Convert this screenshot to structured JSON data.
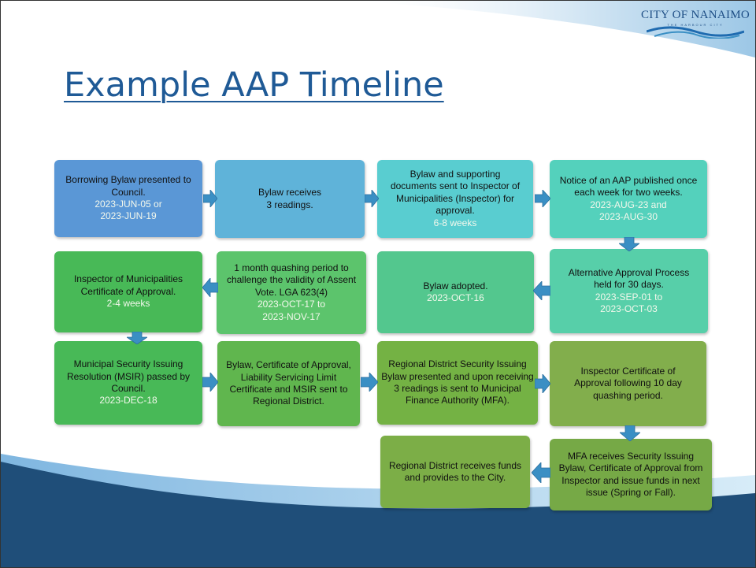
{
  "title": "Example AAP Timeline",
  "logo": {
    "name": "CITY OF NANAIMO",
    "tagline": "THE HARBOUR CITY"
  },
  "steps": [
    {
      "text": "Borrowing Bylaw presented to Council.",
      "date1": "2023-JUN-05 or",
      "date2": "2023-JUN-19"
    },
    {
      "text": "Bylaw receives 3 readings.",
      "date1": "",
      "date2": ""
    },
    {
      "text": "Bylaw and supporting documents sent to Inspector of Municipalities (Inspector) for approval.",
      "date1": "6-8 weeks",
      "date2": ""
    },
    {
      "text": "Notice of an AAP published once each week for two weeks.",
      "date1": "2023-AUG-23 and",
      "date2": "2023-AUG-30"
    },
    {
      "text": "Alternative Approval Process held for 30 days.",
      "date1": "2023-SEP-01 to",
      "date2": "2023-OCT-03"
    },
    {
      "text": "Bylaw adopted.",
      "date1": "2023-OCT-16",
      "date2": ""
    },
    {
      "text": "1 month quashing period to challenge the validity of Assent Vote. LGA 623(4)",
      "date1": "2023-OCT-17 to",
      "date2": "2023-NOV-17"
    },
    {
      "text": "Inspector of Municipalities Certificate of Approval.",
      "date1": "2-4 weeks",
      "date2": ""
    },
    {
      "text": "Municipal Security Issuing Resolution (MSIR) passed by Council.",
      "date1": "2023-DEC-18",
      "date2": ""
    },
    {
      "text": "Bylaw, Certificate of Approval, Liability Servicing Limit Certificate and MSIR sent to Regional District.",
      "date1": "",
      "date2": ""
    },
    {
      "text": "Regional District Security Issuing Bylaw presented and upon receiving 3 readings  is sent to Municipal Finance Authority (MFA).",
      "date1": "",
      "date2": ""
    },
    {
      "text": "Inspector Certificate of Approval following 10 day quashing period.",
      "date1": "",
      "date2": ""
    },
    {
      "text": "MFA receives Security Issuing Bylaw, Certificate of Approval from Inspector and issue funds in next issue (Spring or Fall).",
      "date1": "",
      "date2": ""
    },
    {
      "text": "Regional District receives funds and provides to the City.",
      "date1": "",
      "date2": ""
    }
  ],
  "colors": {
    "title": "#1f5a96",
    "arrow": "#3a8fc4",
    "footer_dark": "#1f4e79"
  }
}
